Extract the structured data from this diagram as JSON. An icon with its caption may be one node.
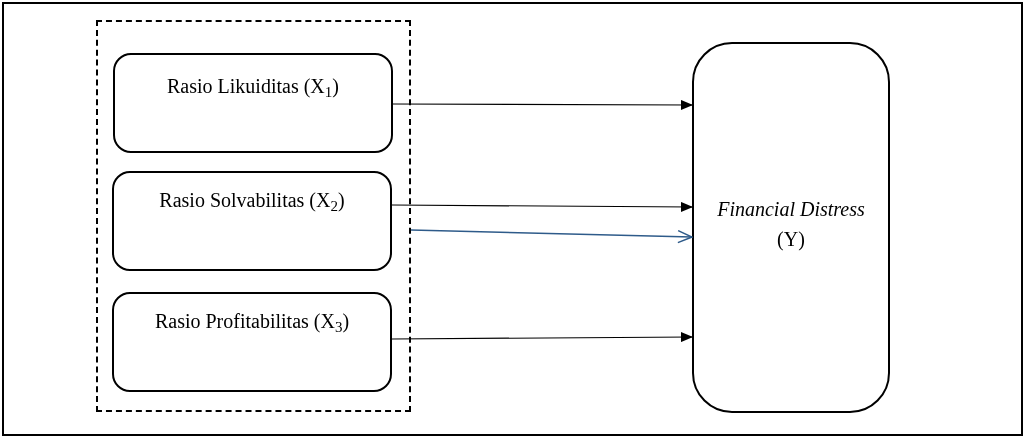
{
  "diagram": {
    "nodes": [
      {
        "text": [],
        "shape": "box"
      },
      {
        "text": [
          "Rasio Likuiditas (X$_{1}$)"
        ],
        "in": 0
      },
      {
        "text": [
          "Rasio Solvabilitas (X$_{2}$)"
        ],
        "in": 0
      },
      {
        "text": [
          "Rasio Profitabilitas (X$_{3}$)"
        ],
        "in": 0
      },
      {
        "text": [
          "Financial Distress",
          "(Y)"
        ]
      }
    ],
    "edges": [
      {
        "from": 1,
        "to": 4,
        "arrow": "to"
      },
      {
        "from": 2,
        "to": 4,
        "arrow": "to"
      },
      {
        "from": 0,
        "to": 4,
        "arrow": "to",
        "color": "#2e5b8a"
      },
      {
        "from": 3,
        "to": 4,
        "arrow": "to"
      }
    ]
  }
}
